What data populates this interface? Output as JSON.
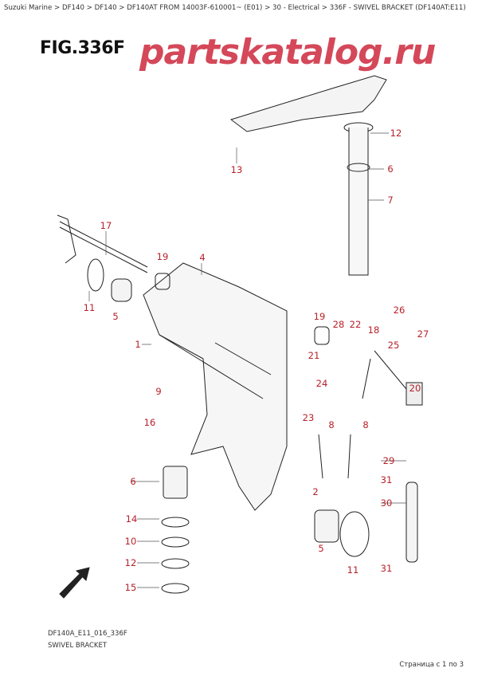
{
  "breadcrumb": "Suzuki Marine > DF140 > DF140 > DF140AT FROM 14003F-610001~ (E01) > 30 - Electrical > 336F - SWIVEL BRACKET (DF140AT:E11)",
  "figure_title": "FIG.336F",
  "callouts": [
    "12",
    "6",
    "7",
    "13",
    "17",
    "19",
    "4",
    "11",
    "5",
    "1",
    "19",
    "28",
    "22",
    "18",
    "26",
    "27",
    "25",
    "21",
    "24",
    "20",
    "23",
    "8",
    "8",
    "9",
    "16",
    "29",
    "31",
    "30",
    "2",
    "6",
    "14",
    "10",
    "12",
    "15",
    "5",
    "11",
    "31"
  ],
  "label_color": "#b8202a",
  "watermark": "partskatalog.ru",
  "fwd_icon": "FWD",
  "drawing_code": "DF140A_E11_016_336F",
  "drawing_name": "SWIVEL BRACKET",
  "pagination": "Страница с 1 по 3"
}
